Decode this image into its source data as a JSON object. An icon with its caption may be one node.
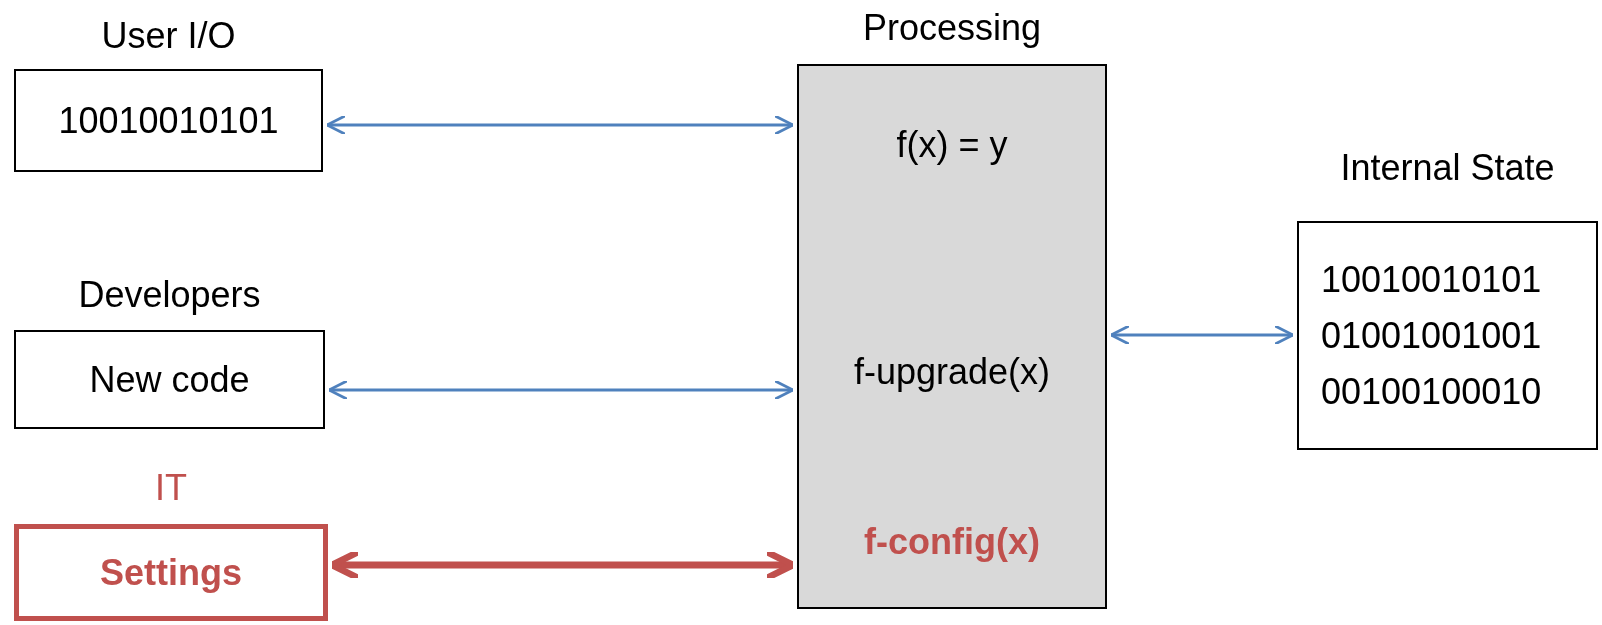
{
  "diagram": {
    "nodes": [
      {
        "text": [
          "User I/O",
          "10010010101"
        ]
      },
      {
        "text": [
          "Developers",
          "New code"
        ]
      },
      {
        "text": [
          "IT",
          "Settings"
        ]
      },
      {
        "text": [
          "Processing",
          "f(x) = y",
          "f-upgrade(x)",
          "f-config(x)"
        ]
      },
      {
        "text": [
          "Internal State",
          "10010010101 01001001001 00100100010"
        ]
      }
    ],
    "edges": [
      {
        "from": 0,
        "to": 3,
        "arrow": "both"
      },
      {
        "from": 1,
        "to": 3,
        "arrow": "both"
      },
      {
        "from": 2,
        "to": 3,
        "arrow": "both",
        "style": "thick",
        "color": "#c0504d"
      },
      {
        "from": 3,
        "to": 4,
        "arrow": "both"
      }
    ]
  }
}
